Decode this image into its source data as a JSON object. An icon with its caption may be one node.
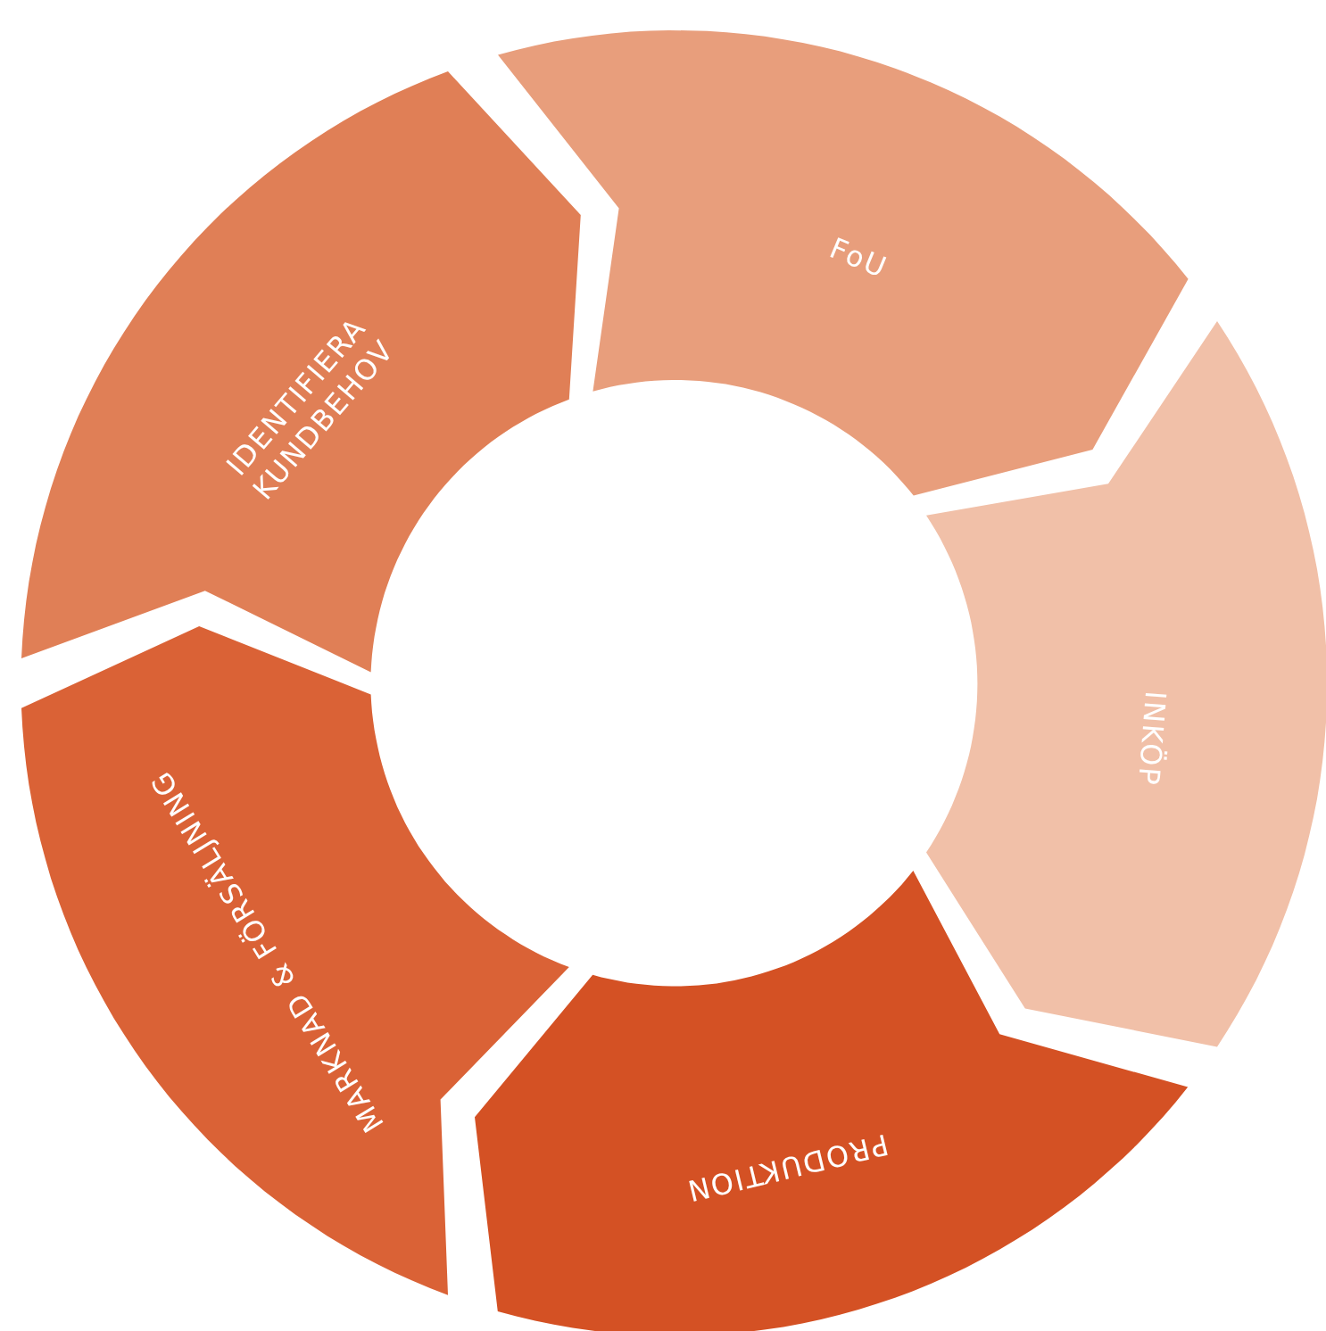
{
  "diagram": {
    "nodes": [
      {
        "text": [
          "IDENTIFIERA KUNDBEHOV"
        ]
      },
      {
        "text": [
          "FoU"
        ]
      },
      {
        "text": [
          "INKÖP"
        ]
      },
      {
        "text": [
          "PRODUKTION"
        ]
      },
      {
        "text": [
          "MARKNAD & FÖRSÄLJNING"
        ]
      }
    ]
  }
}
